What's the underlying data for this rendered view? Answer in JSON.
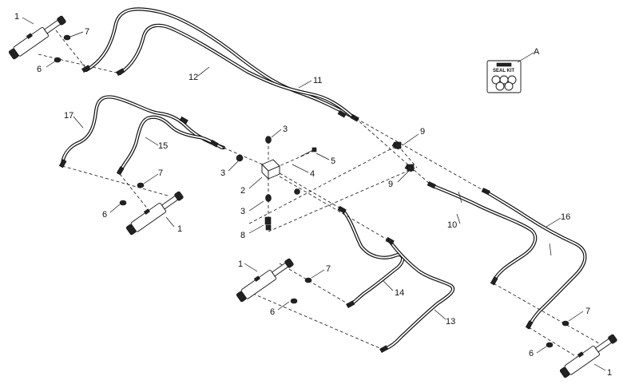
{
  "callouts": {
    "c1a": "1",
    "c7a": "7",
    "c6a": "6",
    "c12": "12",
    "c11": "11",
    "cA": "A",
    "c17": "17",
    "c15": "15",
    "c3a": "3",
    "c3b": "3",
    "c5": "5",
    "c4": "4",
    "c2": "2",
    "c3c": "3",
    "c8": "8",
    "c9a": "9",
    "c9b": "9",
    "c7b": "7",
    "c6b": "6",
    "c1b": "1",
    "c10": "10",
    "c16": "16",
    "c1c": "1",
    "c7c": "7",
    "c14": "14",
    "c6c": "6",
    "c13": "13",
    "c7d": "7",
    "c6d": "6",
    "c1d": "1"
  },
  "seal_kit": {
    "label": "SEAL KIT"
  },
  "icons": [
    "hydraulic-cylinder-icon",
    "seal-kit-icon",
    "hydraulic-valve-block-icon"
  ]
}
